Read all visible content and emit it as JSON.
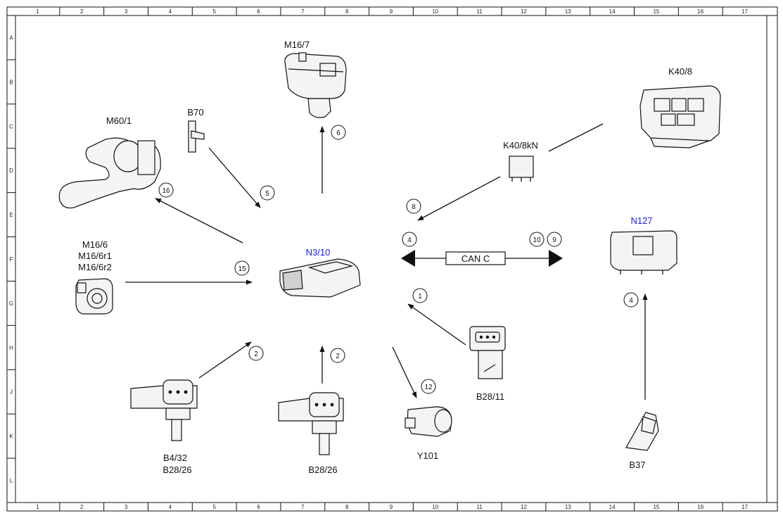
{
  "grid": {
    "columns": [
      "1",
      "2",
      "3",
      "4",
      "5",
      "6",
      "7",
      "8",
      "9",
      "10",
      "11",
      "12",
      "13",
      "14",
      "15",
      "16",
      "17"
    ],
    "rows": [
      "A",
      "B",
      "C",
      "D",
      "E",
      "F",
      "G",
      "H",
      "J",
      "K",
      "L"
    ]
  },
  "components": {
    "m16_7": "M16/7",
    "k40_8": "K40/8",
    "b70": "B70",
    "m60_1": "M60/1",
    "k40_8kn": "K40/8kN",
    "n127": "N127",
    "m16_6": "M16/6",
    "m16_6r1": "M16/6r1",
    "m16_6r2": "M16/6r2",
    "n3_10": "N3/10",
    "b28_11": "B28/11",
    "b4_32": "B4/32",
    "b28_26_left": "B28/26",
    "b28_26_mid": "B28/26",
    "y101": "Y101",
    "b37": "B37"
  },
  "bus": {
    "label": "CAN C"
  },
  "callouts": {
    "c6": "6",
    "c5": "5",
    "c16": "16",
    "c15": "15",
    "c8": "8",
    "c4_left": "4",
    "c10": "10",
    "c9": "9",
    "c1": "1",
    "c4_right": "4",
    "c2_left": "2",
    "c2_mid": "2",
    "c12": "12"
  },
  "colors": {
    "line": "#111111",
    "highlight_label": "#1a1aff"
  }
}
